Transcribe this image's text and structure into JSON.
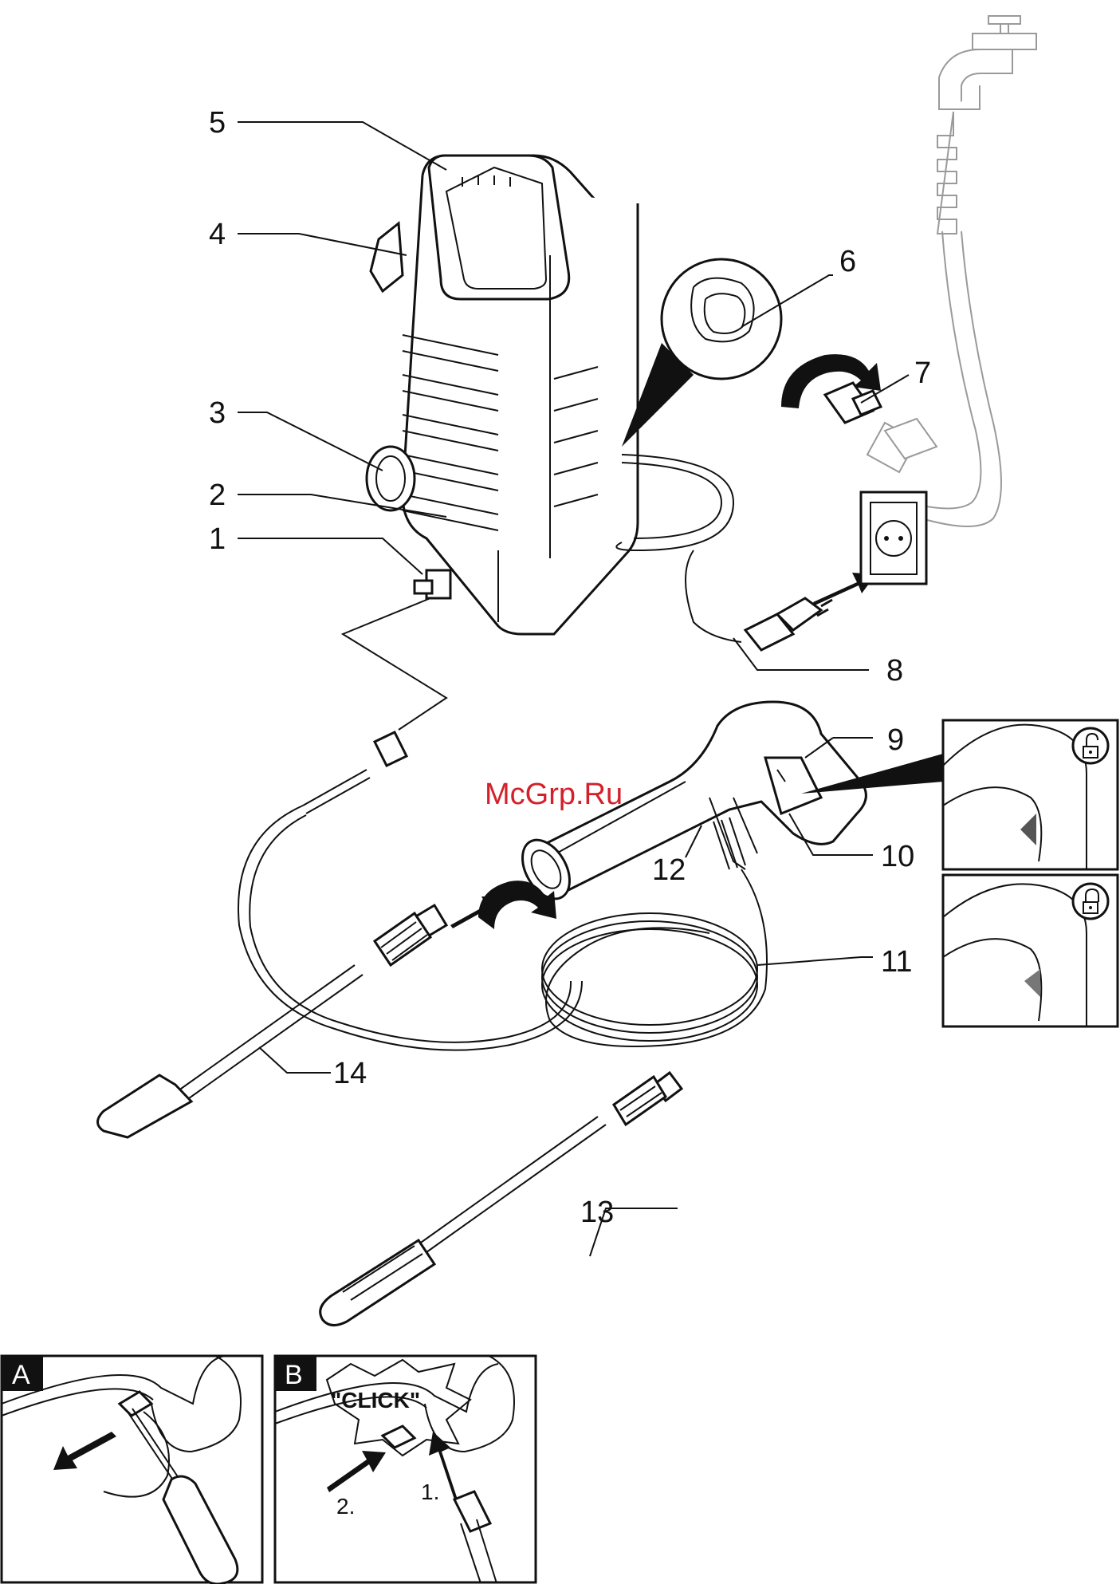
{
  "watermark": "McGrp.Ru",
  "callouts": [
    {
      "id": "1",
      "label": "1"
    },
    {
      "id": "2",
      "label": "2"
    },
    {
      "id": "3",
      "label": "3"
    },
    {
      "id": "4",
      "label": "4"
    },
    {
      "id": "5",
      "label": "5"
    },
    {
      "id": "6",
      "label": "6"
    },
    {
      "id": "7",
      "label": "7"
    },
    {
      "id": "8",
      "label": "8"
    },
    {
      "id": "9",
      "label": "9"
    },
    {
      "id": "10",
      "label": "10"
    },
    {
      "id": "11",
      "label": "11"
    },
    {
      "id": "12",
      "label": "12"
    },
    {
      "id": "13",
      "label": "13"
    },
    {
      "id": "14",
      "label": "14"
    }
  ],
  "panels": {
    "a": {
      "letter": "A"
    },
    "b": {
      "letter": "B",
      "sound": "\"CLICK\"",
      "step1": "1.",
      "step2": "2."
    }
  },
  "icons": [
    "tap-icon",
    "power-socket-icon",
    "plug-icon",
    "unlock-icon",
    "lock-icon",
    "rotate-arrow-icon",
    "push-arrow-icon",
    "screwdriver-icon"
  ]
}
